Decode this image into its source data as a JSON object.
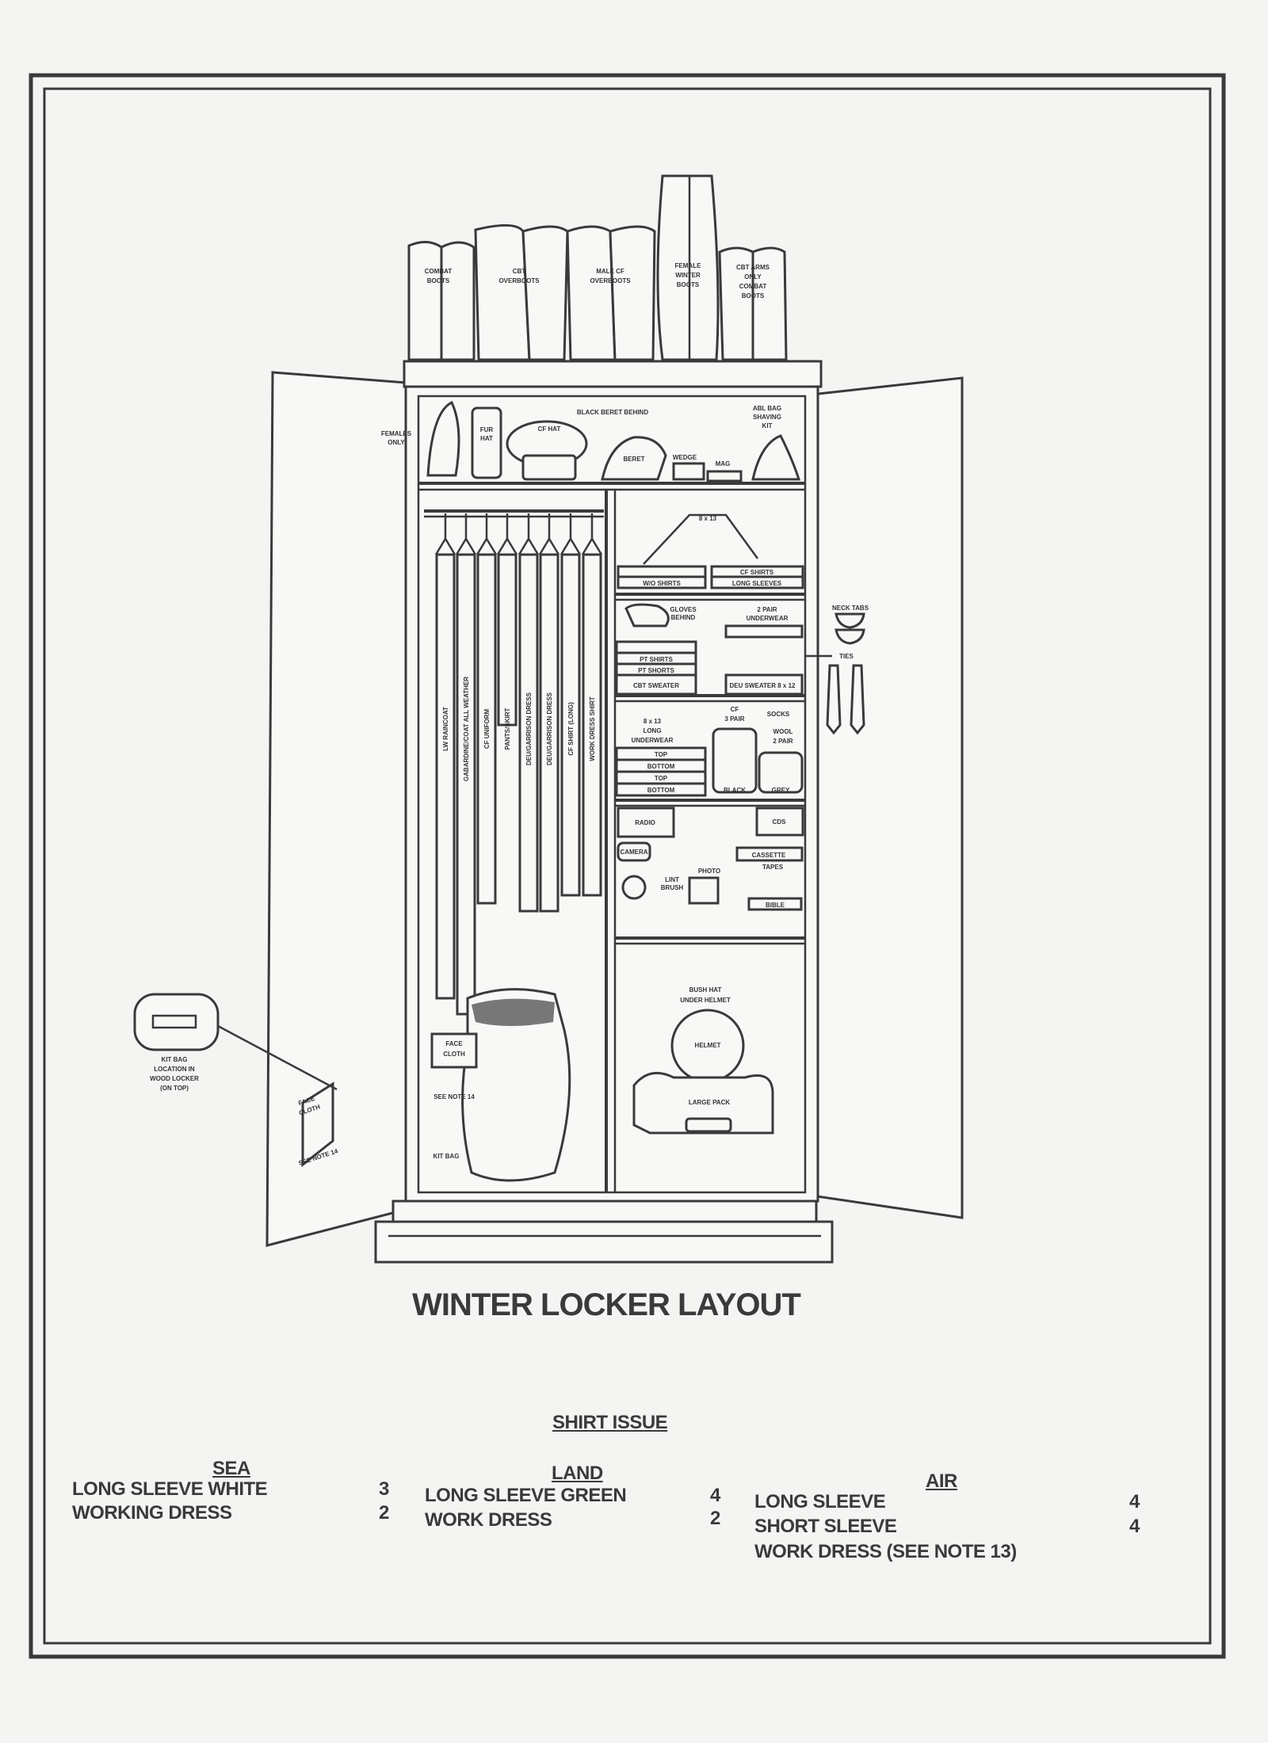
{
  "title": "WINTER LOCKER LAYOUT",
  "boots": {
    "combat": [
      "COMBAT",
      "BOOTS"
    ],
    "cbt_overboots": [
      "CBT",
      "OVERBOOTS"
    ],
    "male_cf_overboots": [
      "MALE CF",
      "OVERBOOTS"
    ],
    "female_winter": [
      "FEMALE",
      "WINTER",
      "BOOTS"
    ],
    "cbt_arms": [
      "CBT ARMS",
      "ONLY",
      "COMBAT",
      "BOOTS"
    ]
  },
  "top_shelf": {
    "black_beret_behind": "BLACK BERET BEHIND",
    "females_only": [
      "FEMALES",
      "ONLY"
    ],
    "fur_hat": [
      "FUR",
      "HAT"
    ],
    "cf_hat": "CF HAT",
    "beret": "BERET",
    "wedge": "WEDGE",
    "mag": "MAG",
    "abl_bag": [
      "ABL BAG",
      "SHAVING",
      "KIT"
    ]
  },
  "hanging": [
    "LW RAINCOAT",
    "GABARDINE/COAT ALL WEATHER",
    "CF UNIFORM",
    "PANTS/SKIRT",
    "DEU/GARRISON DRESS",
    "DEU/GARRISON DRESS",
    "CF SHIRT (LONG)",
    "WORK DRESS SHIRT"
  ],
  "shelf1": {
    "qty": "8 x 13",
    "wo_shirts": "W/O SHIRTS",
    "cf_shirts": "CF SHIRTS",
    "long_sleeves": "LONG SLEEVES"
  },
  "shelf2": {
    "gloves": [
      "GLOVES",
      "BEHIND"
    ],
    "underwear": [
      "2 PAIR",
      "UNDERWEAR"
    ],
    "pt_shirts": "PT SHIRTS",
    "pt_shorts": "PT SHORTS",
    "cbt_sweater": "CBT SWEATER",
    "deu_sweater": "DEU SWEATER 8 x 12"
  },
  "accessories": {
    "neck_tabs": "NECK TABS",
    "ties": "TIES"
  },
  "shelf3": {
    "long_underwear": [
      "8 x 13",
      "LONG",
      "UNDERWEAR"
    ],
    "stack": [
      "TOP",
      "BOTTOM",
      "TOP",
      "BOTTOM"
    ],
    "cf_socks": [
      "CF",
      "3 PAIR"
    ],
    "socks": "SOCKS",
    "wool": [
      "WOOL",
      "2 PAIR"
    ],
    "black": "BLACK",
    "grey": "GREY"
  },
  "shelf4": {
    "radio": "RADIO",
    "cds": "CDS",
    "camera": "CAMERA",
    "cassette": [
      "CASSETTE",
      "TAPES"
    ],
    "photo": "PHOTO",
    "lint": [
      "LINT",
      "BRUSH"
    ],
    "bible": "BIBLE"
  },
  "bottom": {
    "bush_hat": [
      "BUSH HAT",
      "UNDER HELMET"
    ],
    "helmet": "HELMET",
    "large_pack": "LARGE PACK",
    "face_cloth": [
      "FACE",
      "CLOTH"
    ],
    "see_note": "SEE NOTE 14",
    "kit_bag": "KIT BAG"
  },
  "door": {
    "face_cloth": [
      "FACE",
      "CLOTH"
    ],
    "see_note": "SEE NOTE 14"
  },
  "kit_bag_callout": [
    "KIT BAG",
    "LOCATION IN",
    "WOOD LOCKER",
    "(ON TOP)"
  ],
  "shirt_issue": {
    "heading": "SHIRT ISSUE",
    "sea": {
      "label": "SEA",
      "items": [
        {
          "name": "LONG SLEEVE WHITE",
          "qty": "3"
        },
        {
          "name": "WORKING DRESS",
          "qty": "2"
        }
      ]
    },
    "land": {
      "label": "LAND",
      "items": [
        {
          "name": "LONG SLEEVE GREEN",
          "qty": "4"
        },
        {
          "name": "WORK DRESS",
          "qty": "2"
        }
      ]
    },
    "air": {
      "label": "AIR",
      "items": [
        {
          "name": "LONG SLEEVE",
          "qty": "4"
        },
        {
          "name": "SHORT SLEEVE",
          "qty": "4"
        },
        {
          "name": "WORK DRESS (SEE NOTE 13)",
          "qty": ""
        }
      ]
    }
  }
}
